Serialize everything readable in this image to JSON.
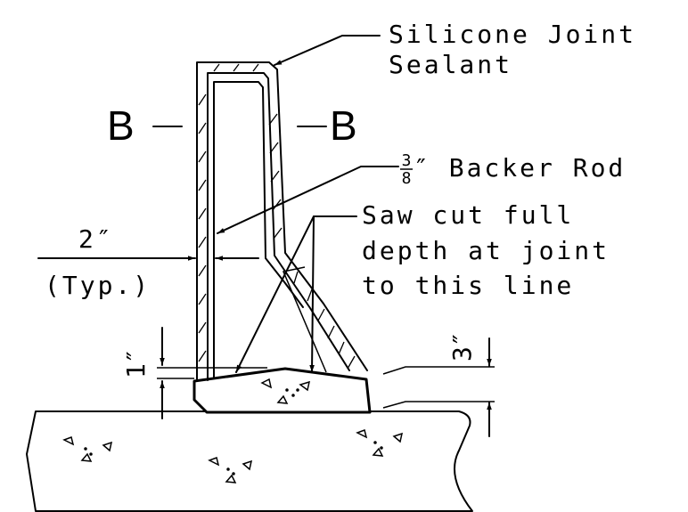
{
  "section": {
    "left": "B",
    "right": "B"
  },
  "labels": {
    "sealant_line1": "Silicone Joint",
    "sealant_line2": "Sealant",
    "backer_numerator": "3",
    "backer_denominator": "8",
    "backer_rest": "″ Backer Rod",
    "sawcut_line1": "Saw cut full",
    "sawcut_line2": "depth at joint",
    "sawcut_line3": "to this line",
    "dim_width": "2″",
    "dim_width_note": "(Typ.)",
    "dim_left": "1″",
    "dim_right": "3″"
  }
}
